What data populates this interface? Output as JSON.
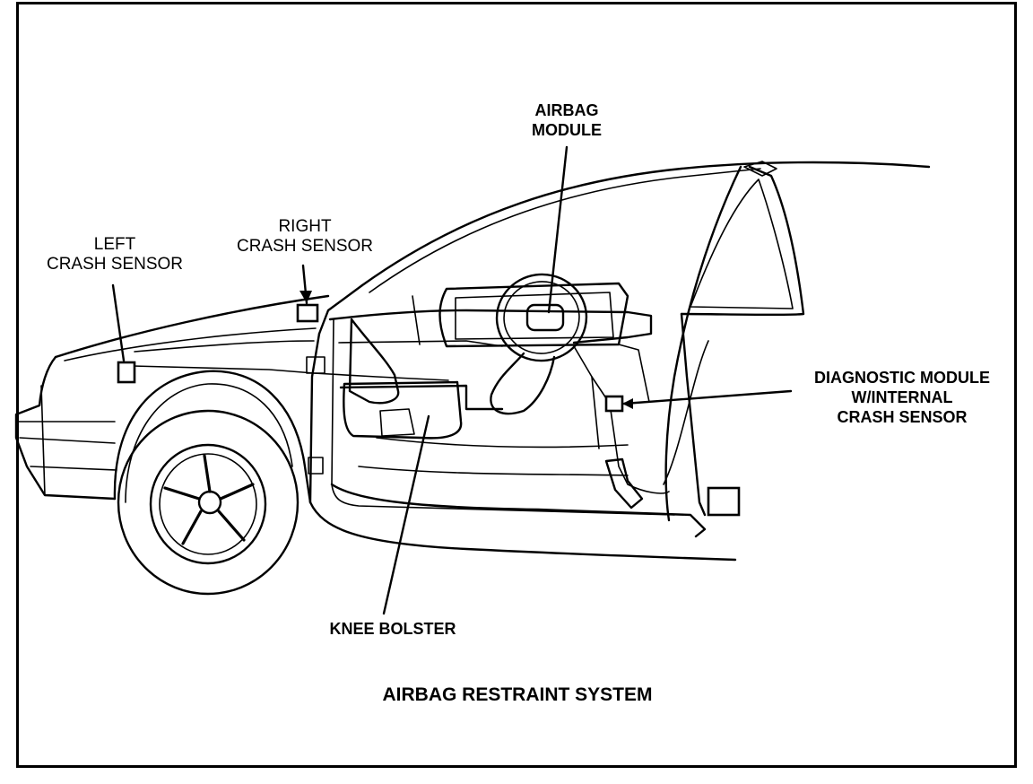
{
  "labels": {
    "airbag_module": "AIRBAG\nMODULE",
    "right_crash_sensor": "RIGHT\nCRASH SENSOR",
    "left_crash_sensor": "LEFT\nCRASH SENSOR",
    "diagnostic_module": "DIAGNOSTIC MODULE\nW/INTERNAL\nCRASH SENSOR",
    "knee_bolster": "KNEE BOLSTER"
  },
  "caption": "AIRBAG RESTRAINT SYSTEM",
  "colors": {
    "ink": "#000000",
    "paper": "#ffffff"
  }
}
